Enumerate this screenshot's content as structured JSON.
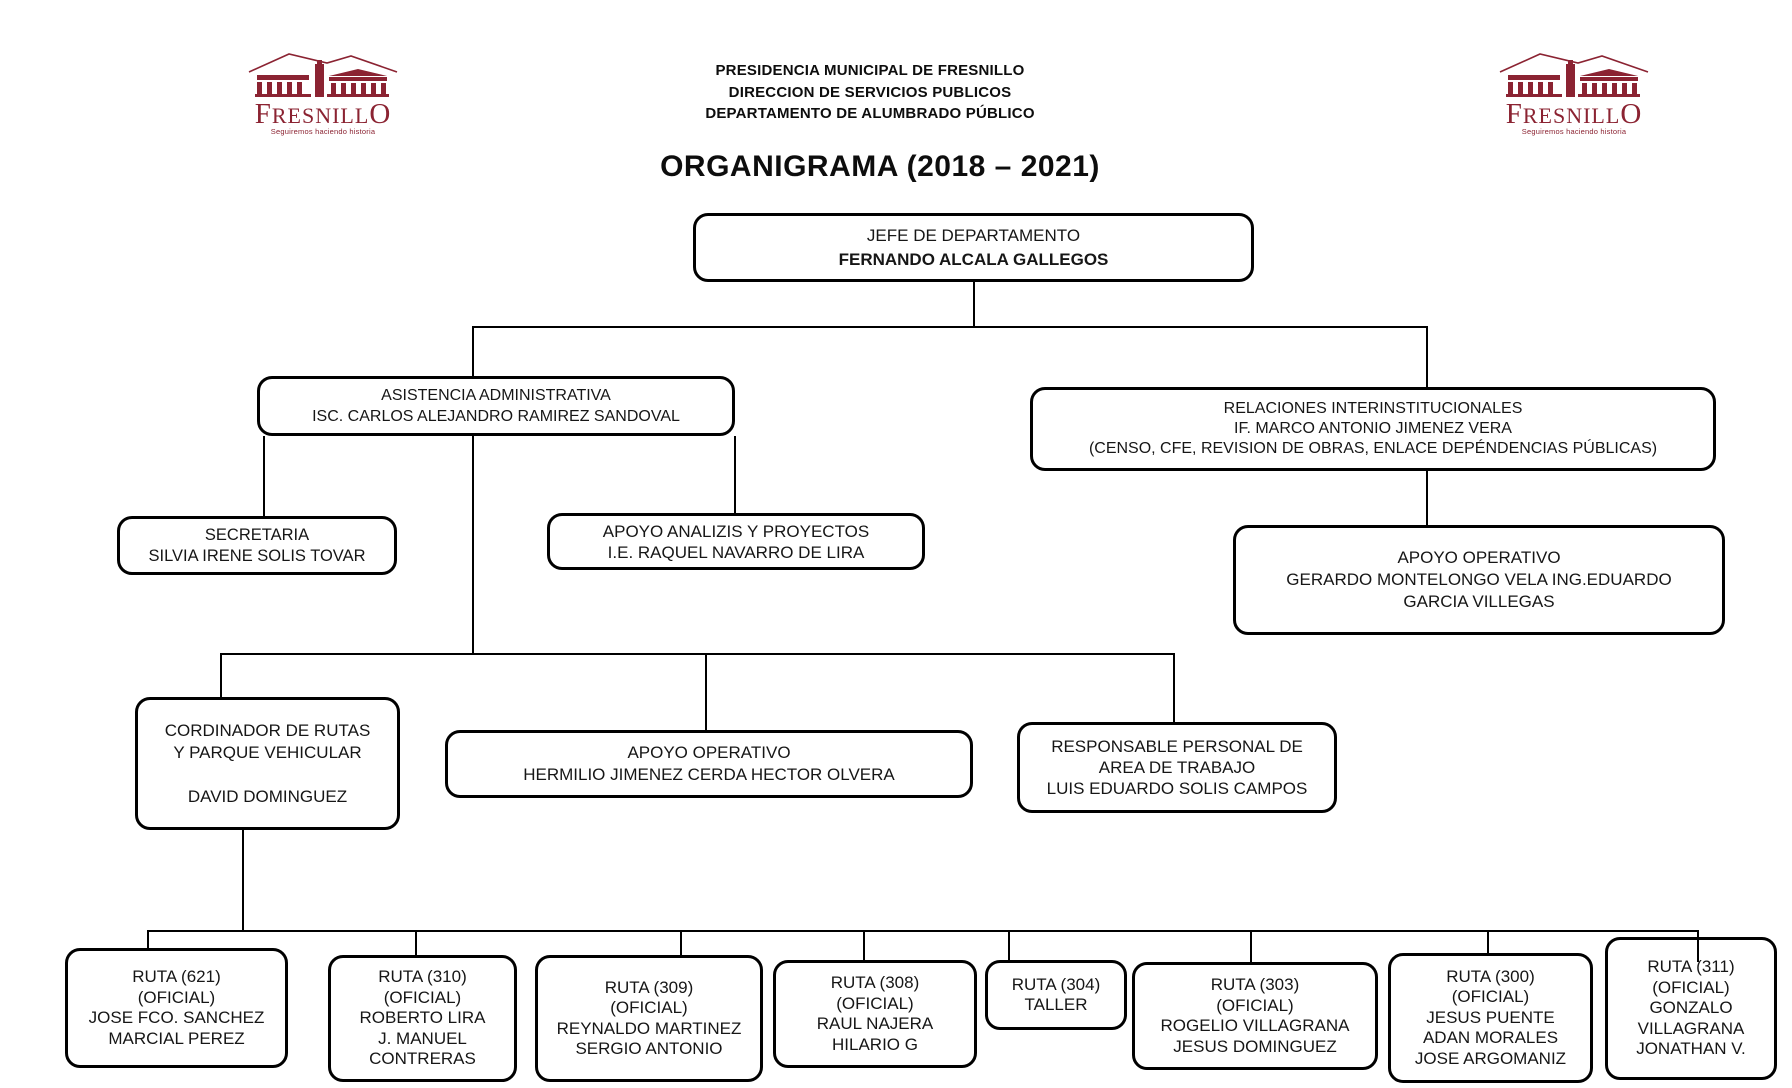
{
  "logo": {
    "wordmark_first": "F",
    "wordmark_middle": "RESNILL",
    "wordmark_last": "O",
    "tagline": "Seguiremos haciendo historia",
    "color": "#8b2332"
  },
  "header": {
    "line1": "PRESIDENCIA MUNICIPAL DE FRESNILLO",
    "line2": "DIRECCION DE SERVICIOS PUBLICOS",
    "line3": "DEPARTAMENTO DE ALUMBRADO PÚBLICO",
    "title": "ORGANIGRAMA (2018 – 2021)"
  },
  "colors": {
    "box_border": "#000000",
    "text": "#161616",
    "logo_maroon": "#8b2332"
  },
  "org_nodes": [
    {
      "id": "jefe",
      "parent": null,
      "lines": [
        "JEFE DE DEPARTAMENTO",
        "FERNANDO ALCALA GALLEGOS"
      ],
      "bold_lines": [
        1
      ]
    },
    {
      "id": "asistencia",
      "parent": "jefe",
      "lines": [
        "ASISTENCIA ADMINISTRATIVA",
        "ISC. CARLOS ALEJANDRO RAMIREZ SANDOVAL"
      ]
    },
    {
      "id": "relaciones",
      "parent": "jefe",
      "lines": [
        "RELACIONES INTERINSTITUCIONALES",
        "IF. MARCO ANTONIO JIMENEZ VERA",
        "(CENSO, CFE, REVISION DE OBRAS, ENLACE DEPÉNDENCIAS PÚBLICAS)"
      ]
    },
    {
      "id": "secretaria",
      "parent": "asistencia",
      "lines": [
        "SECRETARIA",
        "SILVIA IRENE SOLIS TOVAR"
      ]
    },
    {
      "id": "apoyo-analizis",
      "parent": "asistencia",
      "lines": [
        "APOYO ANALIZIS Y PROYECTOS",
        "I.E. RAQUEL NAVARRO DE LIRA"
      ]
    },
    {
      "id": "apoyo-operativo-relaciones",
      "parent": "relaciones",
      "lines": [
        "APOYO OPERATIVO",
        "GERARDO MONTELONGO VELA  ING.EDUARDO",
        "GARCIA VILLEGAS"
      ]
    },
    {
      "id": "cordinador-rutas",
      "parent": "asistencia",
      "lines": [
        "CORDINADOR DE RUTAS",
        "Y PARQUE VEHICULAR",
        "",
        "DAVID DOMINGUEZ"
      ]
    },
    {
      "id": "apoyo-operativo-rutas",
      "parent": "asistencia",
      "lines": [
        "APOYO OPERATIVO",
        "HERMILIO JIMENEZ CERDA  HECTOR OLVERA"
      ]
    },
    {
      "id": "responsable-personal",
      "parent": "asistencia",
      "lines": [
        "RESPONSABLE PERSONAL DE",
        "AREA DE TRABAJO",
        "LUIS EDUARDO SOLIS CAMPOS"
      ]
    },
    {
      "id": "ruta-621",
      "parent": "cordinador-rutas",
      "lines": [
        "RUTA (621)",
        "(OFICIAL)",
        "JOSE FCO. SANCHEZ",
        "MARCIAL PEREZ"
      ]
    },
    {
      "id": "ruta-310",
      "parent": "cordinador-rutas",
      "lines": [
        "RUTA (310)",
        "(OFICIAL)",
        "ROBERTO LIRA",
        "J. MANUEL",
        "CONTRERAS"
      ]
    },
    {
      "id": "ruta-309",
      "parent": "cordinador-rutas",
      "lines": [
        "RUTA (309)",
        "(OFICIAL)",
        "REYNALDO MARTINEZ",
        "SERGIO ANTONIO"
      ]
    },
    {
      "id": "ruta-308",
      "parent": "cordinador-rutas",
      "lines": [
        "RUTA (308)",
        "(OFICIAL)",
        "RAUL NAJERA",
        "HILARIO G"
      ]
    },
    {
      "id": "ruta-304",
      "parent": "cordinador-rutas",
      "lines": [
        "RUTA (304)",
        "TALLER"
      ]
    },
    {
      "id": "ruta-303",
      "parent": "cordinador-rutas",
      "lines": [
        "RUTA (303)",
        "(OFICIAL)",
        "ROGELIO VILLAGRANA",
        "JESUS DOMINGUEZ"
      ]
    },
    {
      "id": "ruta-300",
      "parent": "cordinador-rutas",
      "lines": [
        "RUTA (300)",
        "(OFICIAL)",
        "JESUS PUENTE",
        "ADAN MORALES",
        "JOSE ARGOMANIZ"
      ]
    },
    {
      "id": "ruta-311",
      "parent": "cordinador-rutas",
      "lines": [
        "RUTA (311)",
        "(OFICIAL)",
        "GONZALO",
        "VILLAGRANA",
        "JONATHAN V."
      ]
    }
  ]
}
